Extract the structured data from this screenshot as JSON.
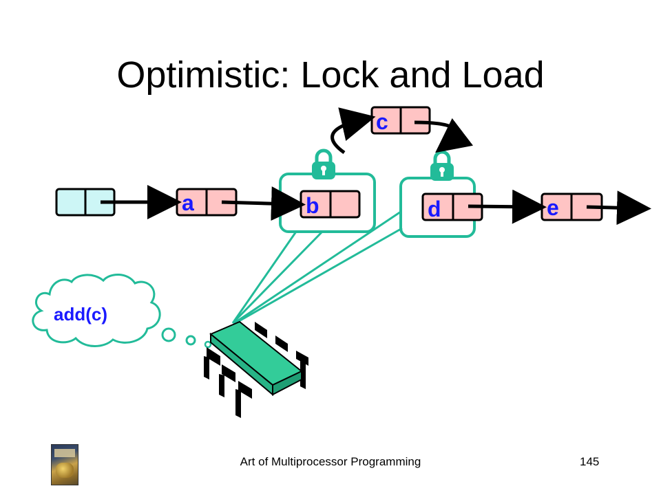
{
  "slide": {
    "title": "Optimistic: Lock and Load",
    "thought": "add(c)"
  },
  "nodes": {
    "a": "a",
    "b": "b",
    "c": "c",
    "d": "d",
    "e": "e"
  },
  "footer": {
    "center_text": "Art of Multiprocessor Programming",
    "page_number": "145"
  },
  "colors": {
    "node_fill": "#ffc4c4",
    "sentinel_fill": "#cdf6f6",
    "lock_green": "#22bb99",
    "label_blue": "#1a1aff",
    "chip_green": "#33cc99"
  },
  "icons": [
    "lock-icon",
    "processor-chip-icon",
    "thought-bubble-icon",
    "book-cover-icon"
  ]
}
